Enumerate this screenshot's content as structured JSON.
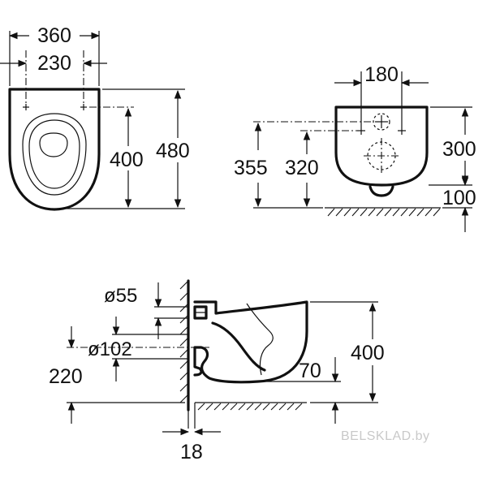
{
  "colors": {
    "line": "#111111",
    "background": "#ffffff",
    "watermark": "#c9c9c9"
  },
  "top_view": {
    "width_total": "360",
    "fixing_spacing": "230",
    "height_to_fixing": "400",
    "length_total": "480"
  },
  "front_view": {
    "fixing_spacing": "180",
    "height_355": "355",
    "height_320": "320",
    "bowl_height": "300",
    "floor_gap": "100"
  },
  "side_view": {
    "inlet_diameter": "ø55",
    "outlet_diameter": "ø102",
    "outlet_height": "220",
    "overall_height": "400",
    "bottom_offset": "70",
    "wall_thickness": "18"
  },
  "watermark": "BELSKLAD.by"
}
